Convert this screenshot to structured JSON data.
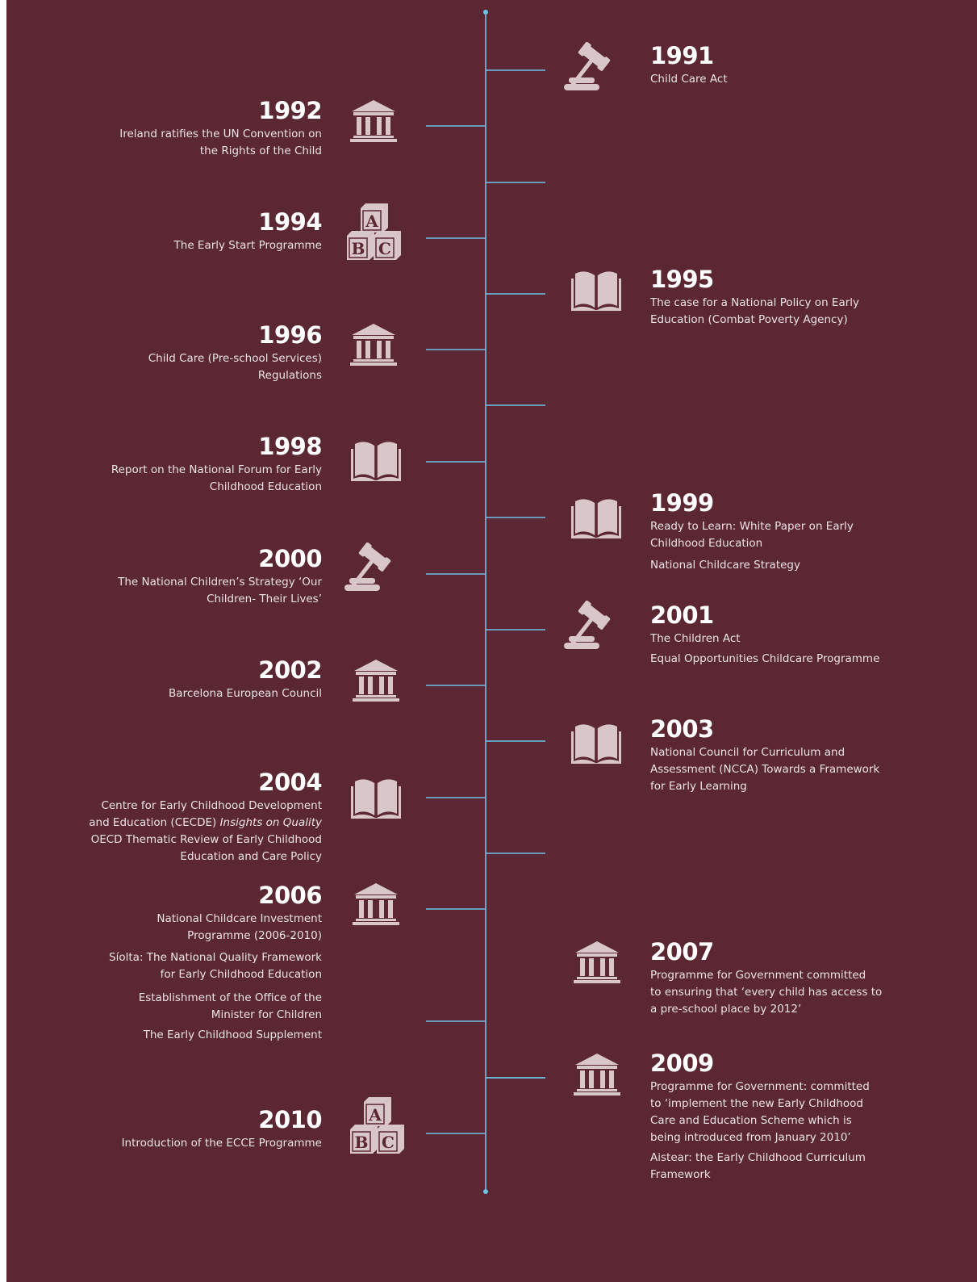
{
  "colors": {
    "background": "#5b2732",
    "axis": "#6ec3e8",
    "icon": "#d9c6c9",
    "text": "#ece3e5",
    "year": "#ffffff"
  },
  "events": [
    {
      "year": "1991",
      "side": "right",
      "icon": "gavel-icon",
      "lines": [
        "Child Care Act"
      ]
    },
    {
      "year": "1992",
      "side": "left",
      "icon": "government-building-icon",
      "lines": [
        "Ireland ratifies the UN Convention on",
        "the Rights of the Child"
      ]
    },
    {
      "year": "1994",
      "side": "left",
      "icon": "abc-blocks-icon",
      "lines": [
        "The Early Start Programme"
      ]
    },
    {
      "year": "1995",
      "side": "right",
      "icon": "open-book-icon",
      "lines": [
        "The case for a National Policy on Early",
        "Education (Combat Poverty Agency)"
      ]
    },
    {
      "year": "1996",
      "side": "left",
      "icon": "government-building-icon",
      "lines": [
        "Child Care (Pre-school Services)",
        "Regulations"
      ]
    },
    {
      "year": "1998",
      "side": "left",
      "icon": "open-book-icon",
      "lines": [
        "Report on the National Forum for Early",
        "Childhood Education"
      ]
    },
    {
      "year": "1999",
      "side": "right",
      "icon": "open-book-icon",
      "lines": [
        "Ready to Learn: White Paper on Early",
        "Childhood Education",
        "National Childcare Strategy"
      ]
    },
    {
      "year": "2000",
      "side": "left",
      "icon": "gavel-icon",
      "lines": [
        "The National Children’s Strategy ‘Our",
        "Children- Their Lives’"
      ]
    },
    {
      "year": "2001",
      "side": "right",
      "icon": "gavel-icon",
      "lines": [
        "The Children Act",
        "Equal Opportunities Childcare Programme"
      ]
    },
    {
      "year": "2002",
      "side": "left",
      "icon": "government-building-icon",
      "lines": [
        "Barcelona European Council"
      ]
    },
    {
      "year": "2003",
      "side": "right",
      "icon": "open-book-icon",
      "lines": [
        "National Council for Curriculum and",
        "Assessment (NCCA) Towards a Framework",
        "for Early Learning"
      ]
    },
    {
      "year": "2004",
      "side": "left",
      "icon": "open-book-icon",
      "lines": [
        "Centre for Early Childhood Development",
        "and Education (CECDE)",
        "Insights on Quality",
        "OECD Thematic Review of Early Childhood",
        "Education and Care Policy"
      ]
    },
    {
      "year": "2006",
      "side": "left",
      "icon": "government-building-icon",
      "lines": [
        "National Childcare Investment",
        "Programme (2006-2010)",
        "Síolta: The National Quality Framework",
        "for Early Childhood Education",
        "Establishment of the Office of the",
        "Minister for Children",
        "The Early Childhood Supplement"
      ]
    },
    {
      "year": "2007",
      "side": "right",
      "icon": "government-building-icon",
      "lines": [
        "Programme for Government committed",
        "to ensuring that ‘every child has access to",
        "a pre-school place by 2012’"
      ]
    },
    {
      "year": "2009",
      "side": "right",
      "icon": "government-building-icon",
      "lines": [
        "Programme for Government: committed",
        "to ‘implement the new Early Childhood",
        "Care and Education Scheme which is",
        "being introduced from January 2010’",
        "Aistear: the Early Childhood Curriculum",
        "Framework"
      ]
    },
    {
      "year": "2010",
      "side": "left",
      "icon": "abc-blocks-icon",
      "lines": [
        "Introduction of the ECCE Programme"
      ]
    }
  ]
}
